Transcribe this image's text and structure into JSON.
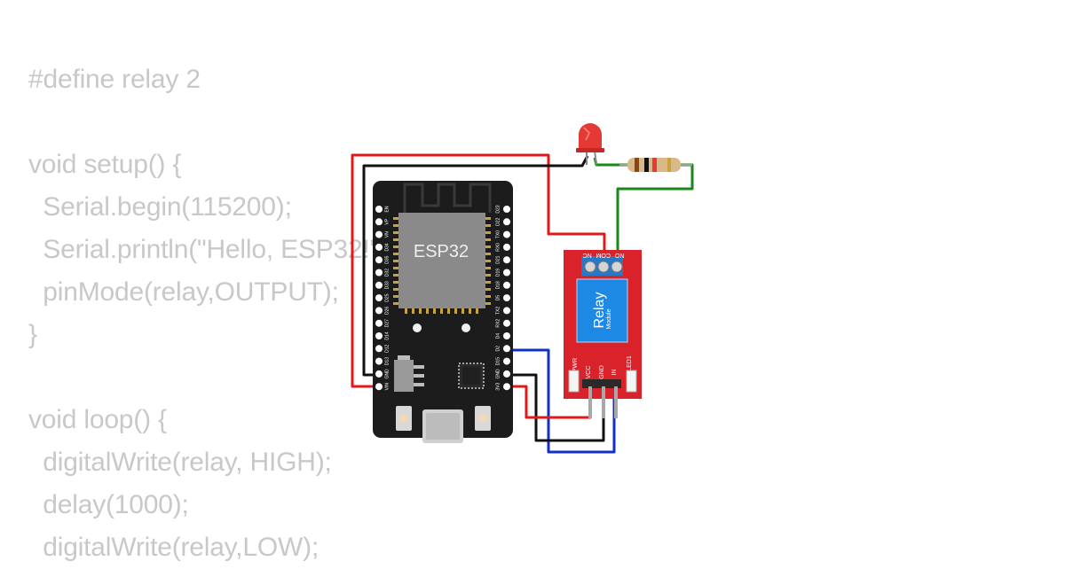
{
  "code": {
    "lines": [
      "#define relay 2",
      "",
      "void setup() {",
      "  Serial.begin(115200);",
      "  Serial.println(\"Hello, ESP32!\");",
      "  pinMode(relay,OUTPUT);",
      "}",
      "",
      "void loop() {",
      "  digitalWrite(relay, HIGH);",
      "  delay(1000);",
      "  digitalWrite(relay,LOW);"
    ]
  },
  "esp32": {
    "chip_label": "ESP32",
    "left_pins": [
      "EN",
      "VP",
      "VN",
      "D34",
      "D35",
      "D32",
      "D33",
      "D25",
      "D26",
      "D27",
      "D14",
      "D12",
      "D13",
      "GND",
      "VIN"
    ],
    "right_pins": [
      "D23",
      "D22",
      "TX0",
      "RX0",
      "D21",
      "D19",
      "D18",
      "D5",
      "TX2",
      "RX2",
      "D4",
      "D2",
      "D15",
      "GND",
      "3V3"
    ]
  },
  "relay_module": {
    "title": "Relay",
    "subtitle": "Module",
    "terminal_labels": [
      "NC",
      "COM",
      "NO"
    ],
    "pin_labels": [
      "VCC",
      "GND",
      "IN"
    ],
    "pwr_label": "PWR",
    "led_label": "LED1"
  },
  "colors": {
    "code_text": "#c8c8c8",
    "board": "#1c1c1c",
    "relay_board": "#d9222a",
    "relay_body": "#1e88e5",
    "wire_red": "#e0191b",
    "wire_black": "#111111",
    "wire_blue": "#1030c8",
    "wire_green": "#168a16"
  }
}
